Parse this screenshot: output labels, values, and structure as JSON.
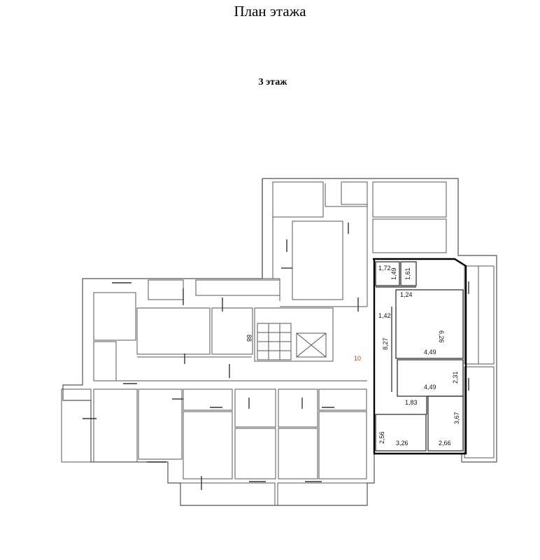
{
  "title": "План этажа",
  "floor_label": "3 этаж",
  "colors": {
    "line": "#444444",
    "highlight": "#000000",
    "label_red": "#c0392b"
  },
  "labels": {
    "apartment_number": "10",
    "stair_mark": "88"
  },
  "dimensions": {
    "d1": "1,72",
    "d2": "1,49",
    "d3": "1,61",
    "d4": "1,24",
    "d5": "1,42",
    "d6": "6,26",
    "d7": "8,27",
    "d8": "4,49",
    "d9": "2,31",
    "d10": "4,49",
    "d11": "1,83",
    "d12": "3,67",
    "d13": "2,56",
    "d14": "3,26",
    "d15": "2,66"
  }
}
